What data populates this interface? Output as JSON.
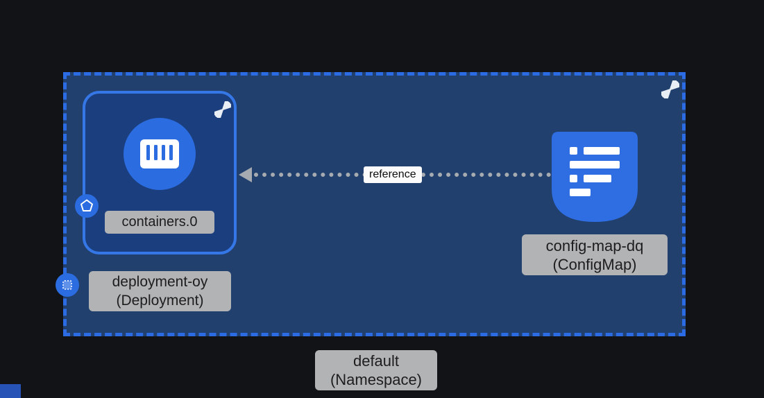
{
  "graph": {
    "background": "#111316"
  },
  "namespace": {
    "name": "default",
    "kind": "(Namespace)",
    "fill": "#22406e",
    "border_color": "#2b6ce4"
  },
  "deployment": {
    "name": "deployment-oy",
    "kind": "(Deployment)",
    "fill": "#1b3f7e",
    "border_color": "#3577e6"
  },
  "container": {
    "label": "containers.0",
    "circle_color": "#2b6de1"
  },
  "configmap": {
    "name": "config-map-dq",
    "kind": "(ConfigMap)",
    "color": "#2e6de2"
  },
  "edge": {
    "label": "reference",
    "color": "#a6abb1",
    "style": "dotted",
    "direction": "configmap-to-deployment"
  },
  "label_style": {
    "background": "#b2b3b5",
    "text_color": "#1d1d1d"
  }
}
